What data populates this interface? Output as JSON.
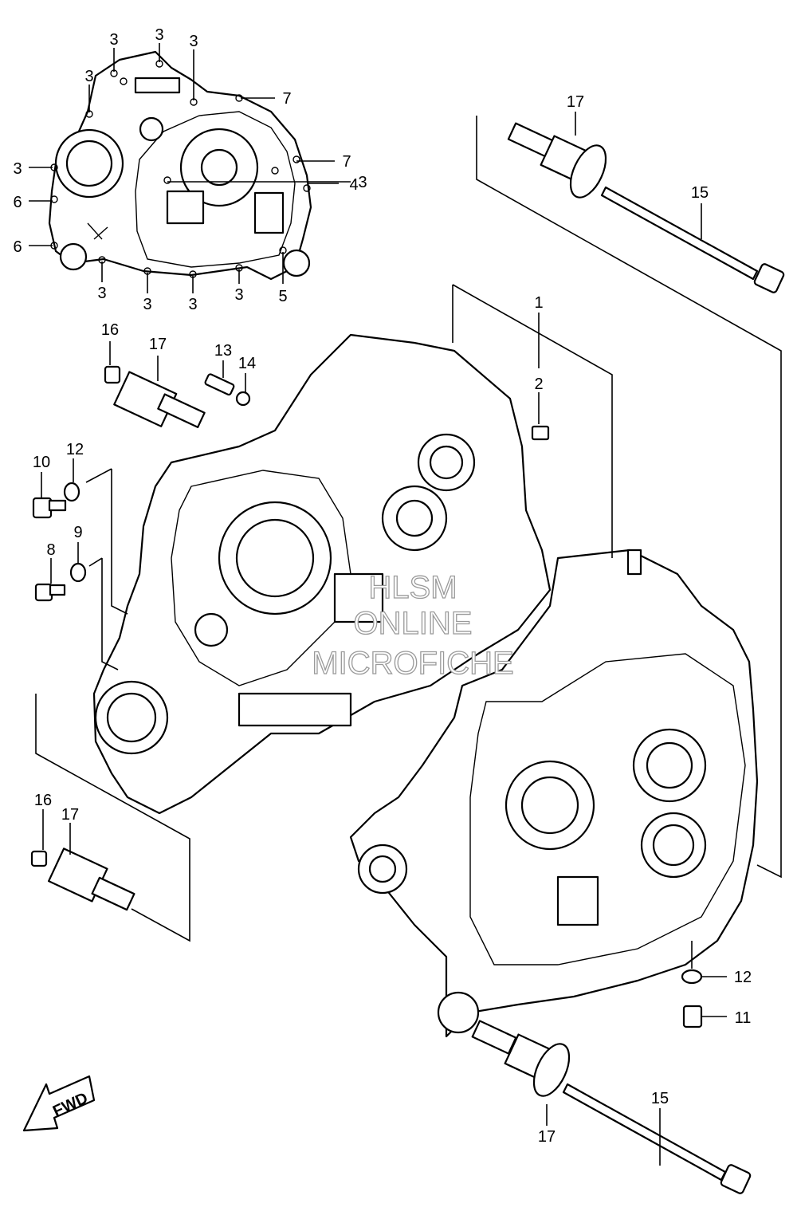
{
  "watermark": {
    "line1": "HLSM",
    "line2": "ONLINE",
    "line3": "MICROFICHE"
  },
  "fwd_label": "FWD",
  "callouts": [
    {
      "id": "c01",
      "text": "3"
    },
    {
      "id": "c02",
      "text": "3"
    },
    {
      "id": "c03",
      "text": "3"
    },
    {
      "id": "c04",
      "text": "3"
    },
    {
      "id": "c05",
      "text": "7"
    },
    {
      "id": "c06",
      "text": "7"
    },
    {
      "id": "c07",
      "text": "3"
    },
    {
      "id": "c08",
      "text": "3"
    },
    {
      "id": "c09",
      "text": "4"
    },
    {
      "id": "c10",
      "text": "6"
    },
    {
      "id": "c11",
      "text": "6"
    },
    {
      "id": "c12",
      "text": "3"
    },
    {
      "id": "c13",
      "text": "3"
    },
    {
      "id": "c14",
      "text": "3"
    },
    {
      "id": "c15",
      "text": "3"
    },
    {
      "id": "c16",
      "text": "5"
    },
    {
      "id": "c17",
      "text": "17"
    },
    {
      "id": "c18",
      "text": "15"
    },
    {
      "id": "c19",
      "text": "1"
    },
    {
      "id": "c20",
      "text": "2"
    },
    {
      "id": "c21",
      "text": "16"
    },
    {
      "id": "c22",
      "text": "17"
    },
    {
      "id": "c23",
      "text": "13"
    },
    {
      "id": "c24",
      "text": "14"
    },
    {
      "id": "c25",
      "text": "10"
    },
    {
      "id": "c26",
      "text": "12"
    },
    {
      "id": "c27",
      "text": "8"
    },
    {
      "id": "c28",
      "text": "9"
    },
    {
      "id": "c29",
      "text": "16"
    },
    {
      "id": "c30",
      "text": "17"
    },
    {
      "id": "c31",
      "text": "12"
    },
    {
      "id": "c32",
      "text": "11"
    },
    {
      "id": "c33",
      "text": "15"
    },
    {
      "id": "c34",
      "text": "17"
    }
  ]
}
